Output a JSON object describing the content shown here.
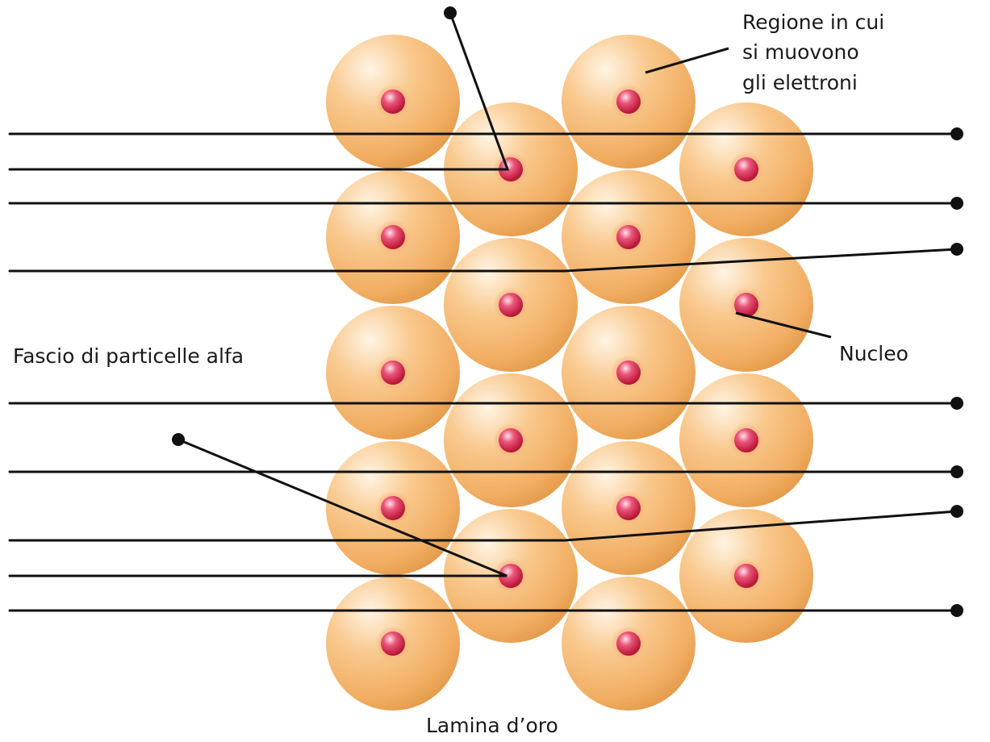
{
  "labels": {
    "electron_region_line1": "Regione in cui",
    "electron_region_line2": "si muovono",
    "electron_region_line3": "gli elettroni",
    "nucleus": "Nucleo",
    "alpha_beam": "Fascio di particelle alfa",
    "gold_foil": "Lamina d’oro"
  },
  "colors": {
    "atom_cloud": "#f4b46a",
    "atom_cloud_light": "#fde9cf",
    "atom_cloud_dark": "#e59a48",
    "nucleus": "#c8203f",
    "nucleus_highlight": "#ffd6df",
    "trajectory": "#111111"
  }
}
